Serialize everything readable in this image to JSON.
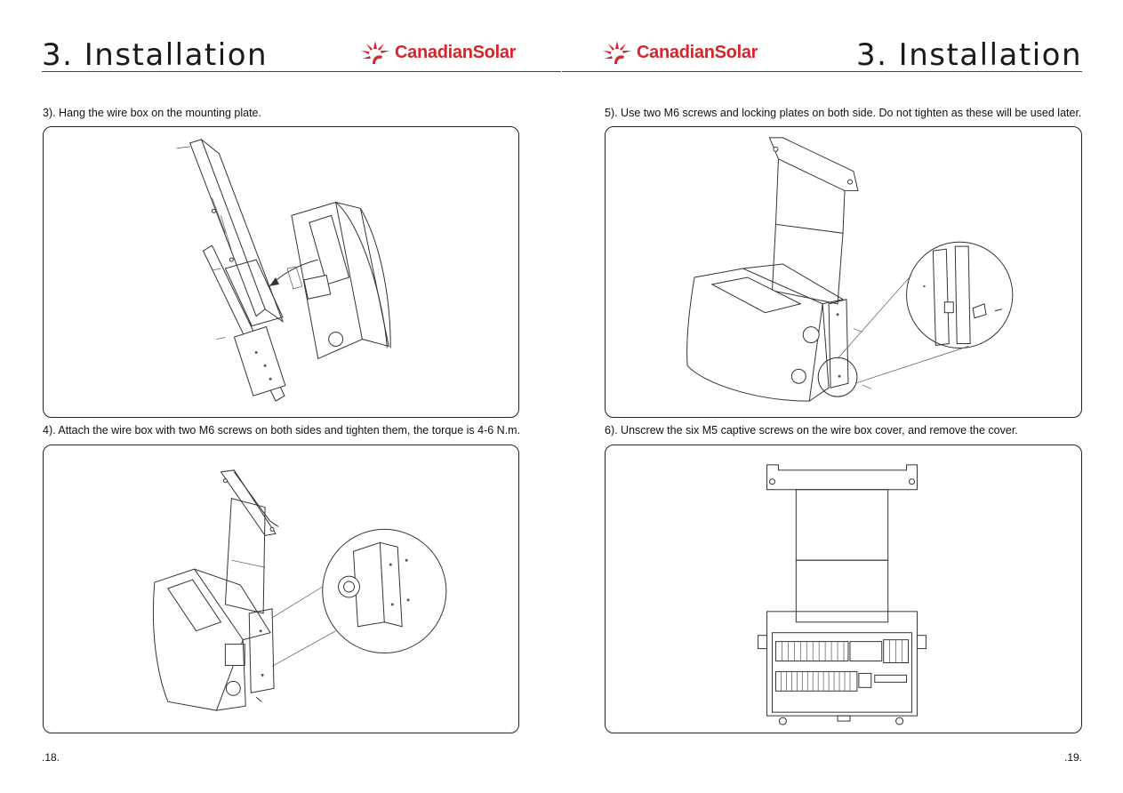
{
  "brand": {
    "name": "CanadianSolar",
    "color": "#d7242a",
    "icon": "sunburst-logo-icon"
  },
  "pages": {
    "left": {
      "title": "3. Installation",
      "page_number": ".18.",
      "steps": [
        {
          "text": "3). Hang the wire box on the mounting plate.",
          "figure": "wire-box-hanging-figure"
        },
        {
          "text": "4). Attach the wire box with two M6 screws on both sides and tighten them, the torque is 4-6 N.m.",
          "figure": "wire-box-attach-figure"
        }
      ]
    },
    "right": {
      "title": "3. Installation",
      "page_number": ".19.",
      "steps": [
        {
          "text": "5). Use two M6 screws and locking plates on both side. Do not tighten as these will be used later.",
          "figure": "locking-plates-figure"
        },
        {
          "text": "6). Unscrew the six M5 captive screws on the wire box cover, and remove the cover.",
          "figure": "wire-box-open-figure"
        }
      ]
    }
  }
}
